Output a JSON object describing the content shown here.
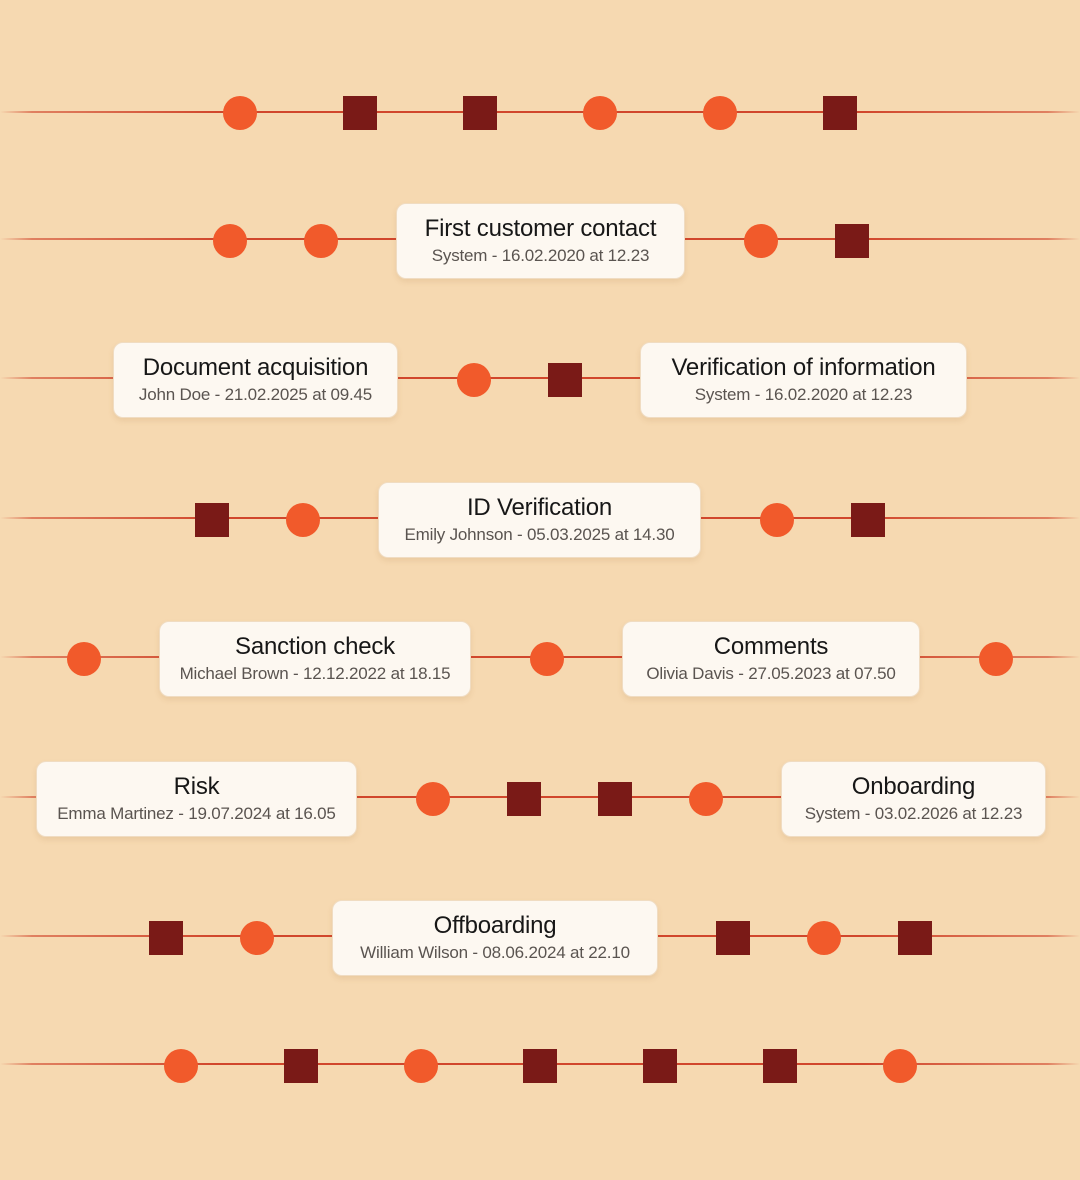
{
  "colors": {
    "background": "#f6d9b1",
    "track": "#cd371e",
    "circle": "#f15a2b",
    "square": "#7a1a17",
    "card": "#fdf8f1"
  },
  "rows": [
    {
      "markers": [
        "circle",
        "square",
        "square",
        "circle",
        "circle",
        "square"
      ],
      "events": []
    },
    {
      "markers": [
        "circle",
        "circle",
        "circle",
        "square"
      ],
      "events": [
        {
          "title": "First customer contact",
          "meta": "System - 16.02.2020 at 12.23"
        }
      ]
    },
    {
      "markers": [
        "circle",
        "square"
      ],
      "events": [
        {
          "title": "Document acquisition",
          "meta": "John Doe - 21.02.2025 at 09.45"
        },
        {
          "title": "Verification of information",
          "meta": "System - 16.02.2020 at 12.23"
        }
      ]
    },
    {
      "markers": [
        "square",
        "circle",
        "circle",
        "square"
      ],
      "events": [
        {
          "title": "ID Verification",
          "meta": "Emily Johnson - 05.03.2025 at 14.30"
        }
      ]
    },
    {
      "markers": [
        "circle",
        "circle",
        "circle"
      ],
      "events": [
        {
          "title": "Sanction check",
          "meta": "Michael Brown - 12.12.2022 at 18.15"
        },
        {
          "title": "Comments",
          "meta": "Olivia Davis - 27.05.2023 at 07.50"
        }
      ]
    },
    {
      "markers": [
        "circle",
        "square",
        "square",
        "circle"
      ],
      "events": [
        {
          "title": "Risk",
          "meta": "Emma Martinez - 19.07.2024 at 16.05"
        },
        {
          "title": "Onboarding",
          "meta": "System - 03.02.2026 at 12.23"
        }
      ]
    },
    {
      "markers": [
        "square",
        "circle",
        "square",
        "circle",
        "square"
      ],
      "events": [
        {
          "title": "Offboarding",
          "meta": "William Wilson - 08.06.2024 at 22.10"
        }
      ]
    },
    {
      "markers": [
        "circle",
        "square",
        "circle",
        "square",
        "square",
        "square",
        "circle"
      ],
      "events": []
    }
  ]
}
